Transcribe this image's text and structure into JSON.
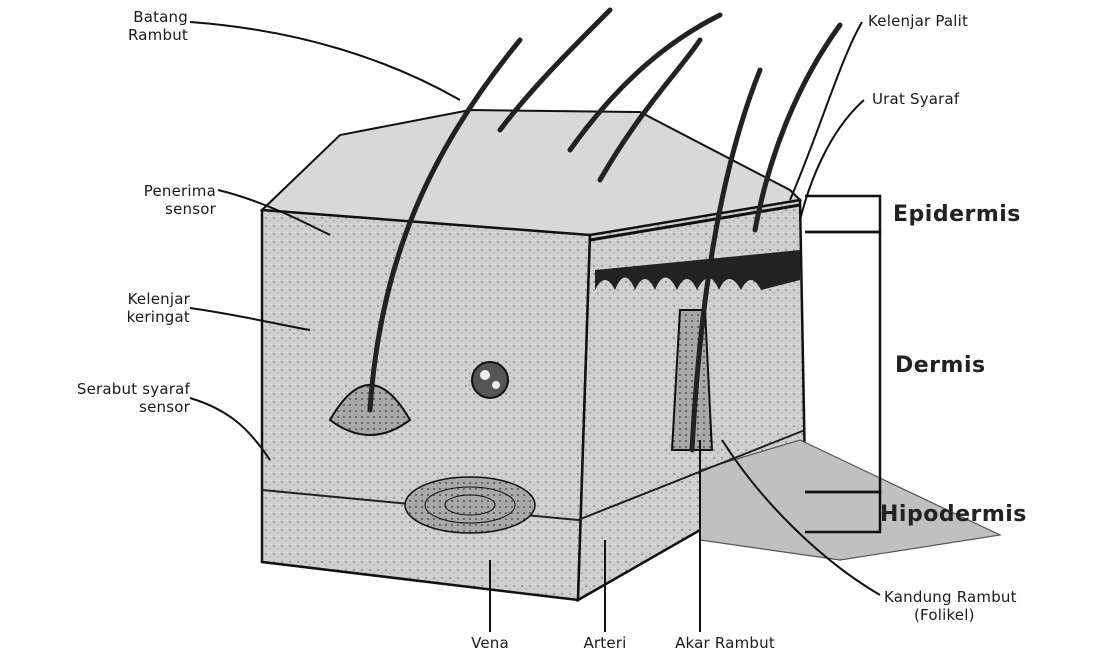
{
  "labels": {
    "batang_rambut": [
      "Batang",
      "Rambut"
    ],
    "penerima_sensor": [
      "Penerima",
      "sensor"
    ],
    "kelenjar_keringat": [
      "Kelenjar",
      "keringat"
    ],
    "serabut_syaraf_sensor": [
      "Serabut syaraf",
      "sensor"
    ],
    "vena": "Vena",
    "arteri": "Arteri",
    "akar_rambut": "Akar Rambut",
    "kelenjar_palit": "Kelenjar Palit",
    "urat_syaraf": "Urat Syaraf",
    "kandung_rambut": [
      "Kandung Rambut",
      "(Folikel)"
    ]
  },
  "layers": {
    "epidermis": "Epidermis",
    "dermis": "Dermis",
    "hipodermis": "Hipodermis"
  },
  "colors": {
    "ink": "#111111",
    "tissue": "#c9c9c9",
    "tissue_dark": "#8a8a8a",
    "background": "#ffffff"
  }
}
